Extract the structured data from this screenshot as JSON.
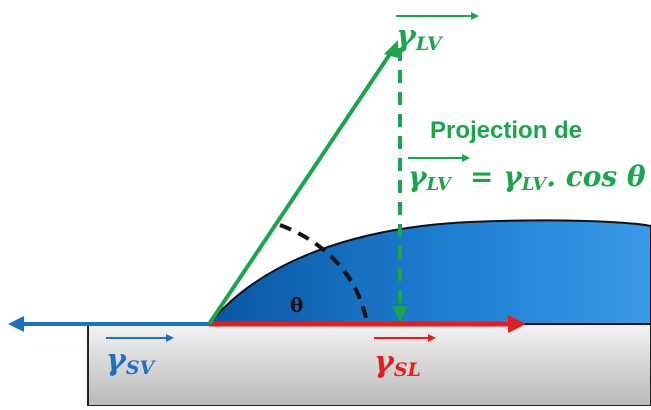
{
  "labels": {
    "gamma_lv": "γLV",
    "gamma_lv_main": "γ",
    "gamma_lv_sub": "LV",
    "gamma_sv_main": "γ",
    "gamma_sv_sub": "SV",
    "gamma_sl_main": "γ",
    "gamma_sl_sub": "SL",
    "theta": "θ",
    "projection_title": "Projection de",
    "projection_eq_main": "γ",
    "projection_eq_sub": "LV",
    "projection_eq_rhs_main": "= γ",
    "projection_eq_rhs_sub": "LV",
    "projection_eq_rhs_tail": ". cos θ"
  },
  "colors": {
    "green": "#1aa64a",
    "blue": "#1f6fc4",
    "red": "#e81c1c",
    "navy": "#1f3a73",
    "drop_dark": "#0d5fae",
    "drop_light": "#2e8fe0",
    "substrate_top": "#f2f2f2",
    "substrate_bottom": "#bcbcbc"
  }
}
